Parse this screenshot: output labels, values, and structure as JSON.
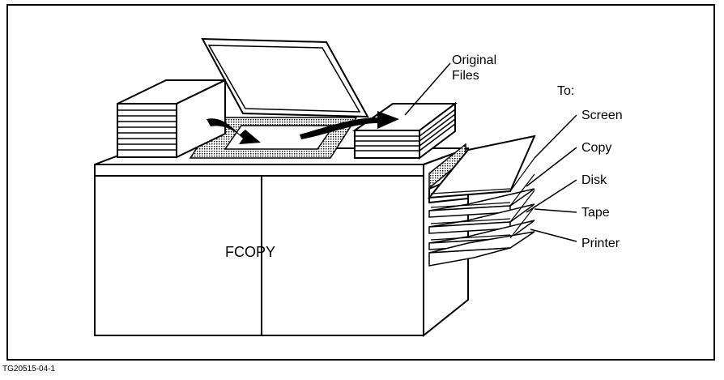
{
  "diagram": {
    "title": "FCOPY",
    "source_label": "Original\nFiles",
    "destinations_heading": "To:",
    "destinations": [
      "Screen",
      "Copy",
      "Disk",
      "Tape",
      "Printer"
    ],
    "figure_id": "TG20515-04-1"
  }
}
